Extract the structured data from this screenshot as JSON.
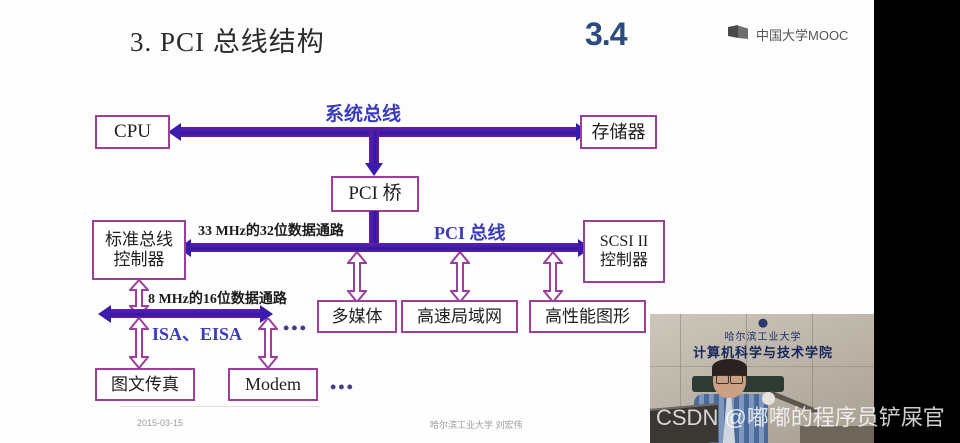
{
  "slide": {
    "title": "3. PCI 总线结构",
    "section_number": "3.4",
    "brand": {
      "name": "中国大学MOOC",
      "icon": "book-icon"
    },
    "accent_color": "#2b4a7d",
    "box_border_color": "#9b3f9b",
    "bus_color": "#3b1bae",
    "label_color": "#3b3bbd"
  },
  "diagram": {
    "boxes": {
      "cpu": "CPU",
      "memory": "存储器",
      "pci_bridge": "PCI 桥",
      "std_bus_ctrl_line1": "标准总线",
      "std_bus_ctrl_line2": "控制器",
      "scsi_line1": "SCSI II",
      "scsi_line2": "控制器",
      "multimedia": "多媒体",
      "lan": "高速局域网",
      "graphics": "高性能图形",
      "fax": "图文传真",
      "modem": "Modem"
    },
    "labels": {
      "system_bus": "系统总线",
      "pci_bus": "PCI 总线",
      "path_33mhz": "33 MHz的32位数据通路",
      "path_8mhz": "8 MHz的16位数据通路",
      "isa_eisa": "ISA、EISA",
      "ellipsis_pci": "•••",
      "ellipsis_isa": "•••"
    }
  },
  "footer": {
    "date": "2015-03-15",
    "credit": "哈尔滨工业大学  刘宏伟"
  },
  "video": {
    "banner_line1": "哈尔滨工业大学",
    "banner_line2": "计算机科学与技术学院",
    "watermark": "CSDN @嘟嘟的程序员铲屎官"
  }
}
